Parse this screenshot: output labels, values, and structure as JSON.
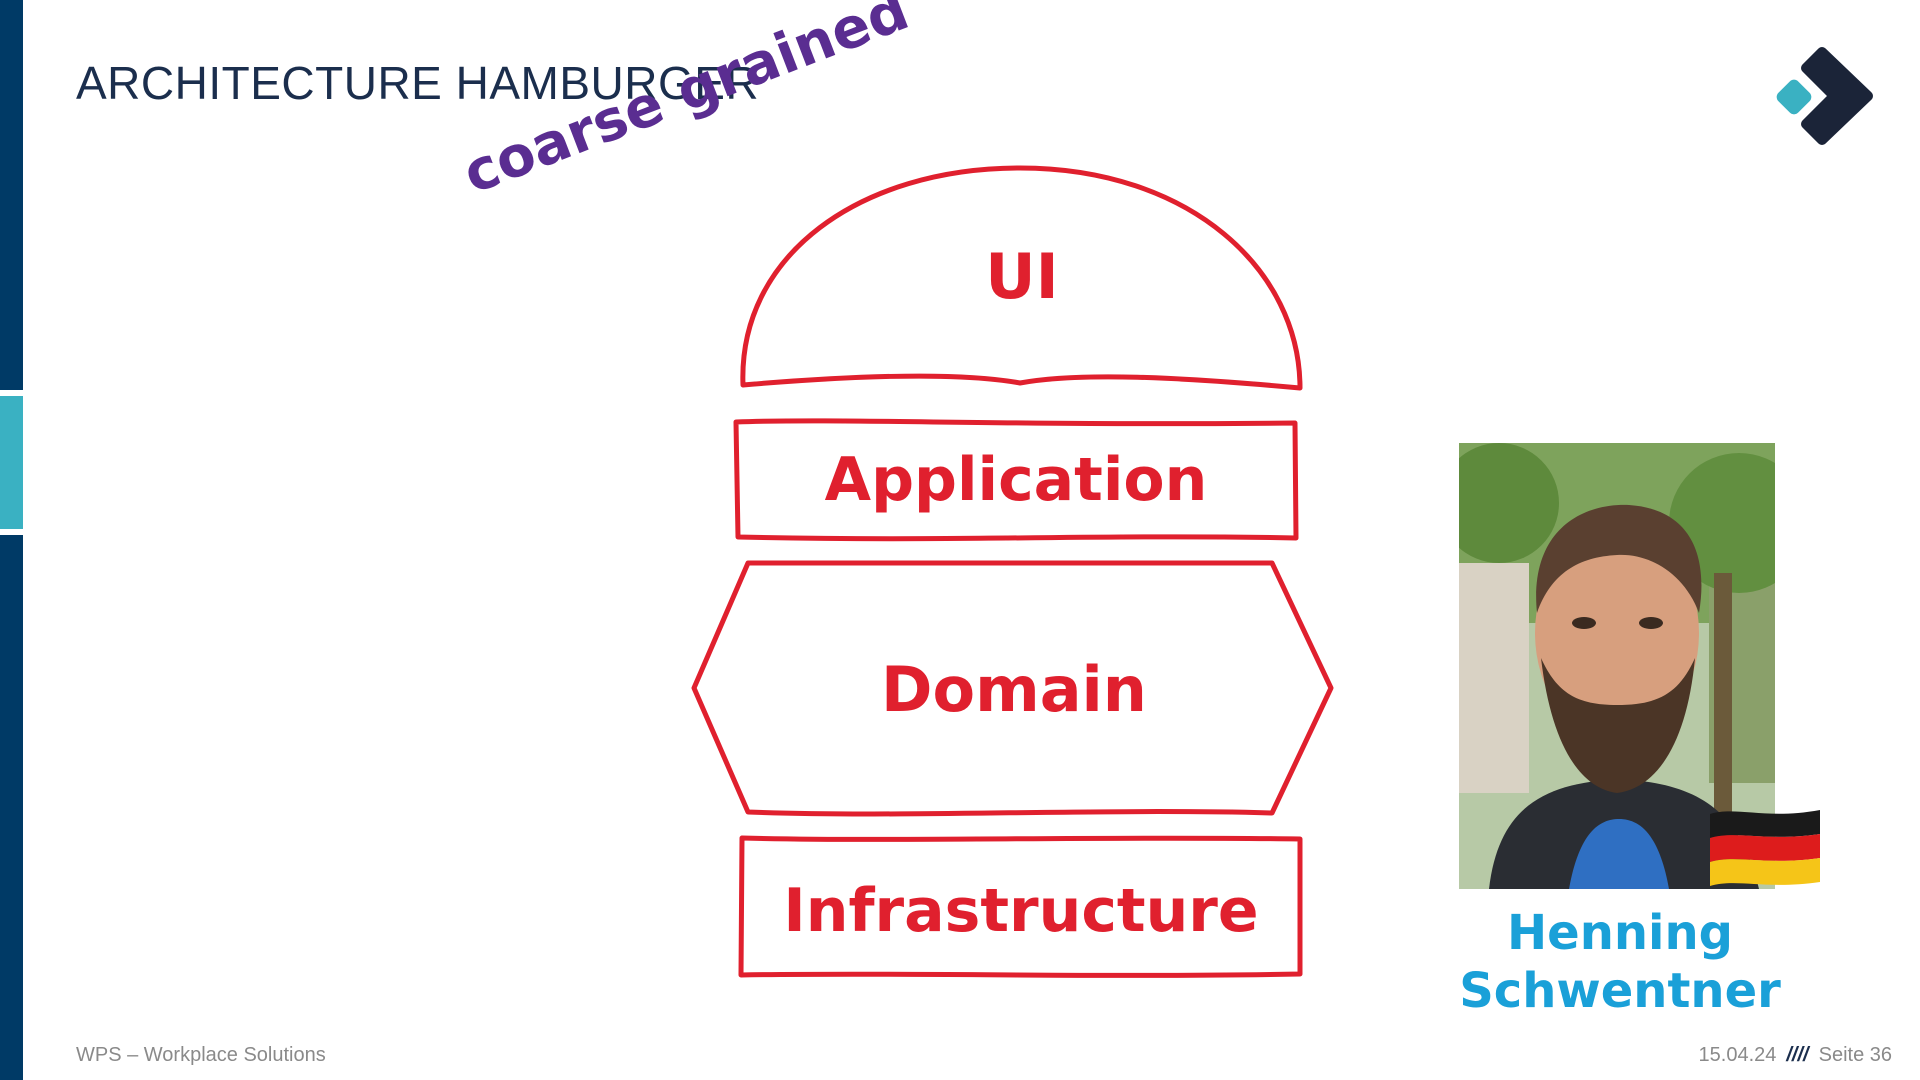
{
  "slide": {
    "title": "ARCHITECTURE HAMBURGER",
    "annotation": "coarse grained",
    "layers": {
      "ui": "UI",
      "application": "Application",
      "domain": "Domain",
      "infrastructure": "Infrastructure"
    },
    "speaker": {
      "first_name": "Henning",
      "last_name": "Schwentner"
    }
  },
  "footer": {
    "company": "WPS – Workplace Solutions",
    "date": "15.04.24",
    "separator": "////",
    "page": "Seite 36"
  },
  "colors": {
    "sidebar_dark": "#003a66",
    "sidebar_accent": "#3ab1c2",
    "burger_red": "#e0202e",
    "annotation_purple": "#5a2d91",
    "speaker_blue": "#1aa0d8",
    "title_navy": "#1b2e4d"
  },
  "icons": {
    "logo": "wps-logo-icon",
    "flag": "germany-flag-icon",
    "photo": "speaker-photo"
  }
}
